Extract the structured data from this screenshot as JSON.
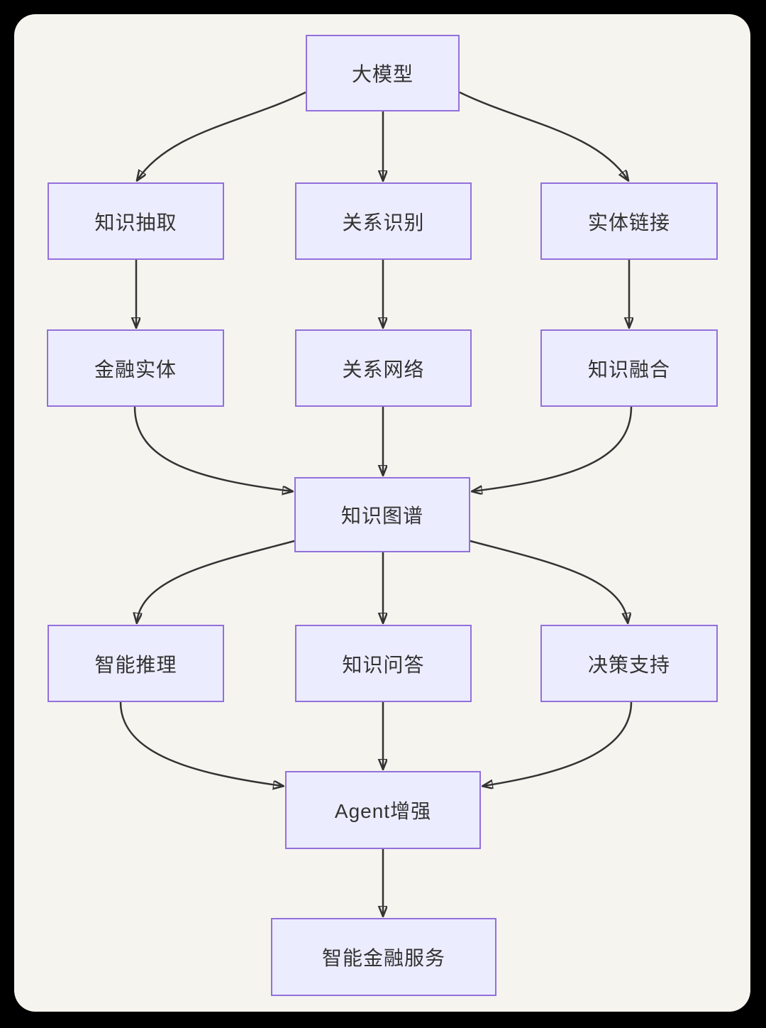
{
  "diagram": {
    "type": "flowchart",
    "direction": "top-down",
    "colors": {
      "node_fill": "#ECECFF",
      "node_border": "#9370DB",
      "node_text": "#333333",
      "edge_line": "#333333",
      "canvas_background": "#F5F4EF",
      "outer_frame": "#000000"
    },
    "nodes": [
      {
        "id": "llm",
        "label": "大模型"
      },
      {
        "id": "knowledge-extraction",
        "label": "知识抽取"
      },
      {
        "id": "relation-recognition",
        "label": "关系识别"
      },
      {
        "id": "entity-linking",
        "label": "实体链接"
      },
      {
        "id": "financial-entity",
        "label": "金融实体"
      },
      {
        "id": "relation-network",
        "label": "关系网络"
      },
      {
        "id": "knowledge-fusion",
        "label": "知识融合"
      },
      {
        "id": "knowledge-graph",
        "label": "知识图谱"
      },
      {
        "id": "intelligent-reasoning",
        "label": "智能推理"
      },
      {
        "id": "knowledge-qa",
        "label": "知识问答"
      },
      {
        "id": "decision-support",
        "label": "决策支持"
      },
      {
        "id": "agent-enhancement",
        "label": "Agent增强"
      },
      {
        "id": "intelligent-financial-services",
        "label": "智能金融服务"
      }
    ],
    "edges": [
      {
        "from": "llm",
        "to": "knowledge-extraction"
      },
      {
        "from": "llm",
        "to": "relation-recognition"
      },
      {
        "from": "llm",
        "to": "entity-linking"
      },
      {
        "from": "knowledge-extraction",
        "to": "financial-entity"
      },
      {
        "from": "relation-recognition",
        "to": "relation-network"
      },
      {
        "from": "entity-linking",
        "to": "knowledge-fusion"
      },
      {
        "from": "financial-entity",
        "to": "knowledge-graph"
      },
      {
        "from": "relation-network",
        "to": "knowledge-graph"
      },
      {
        "from": "knowledge-fusion",
        "to": "knowledge-graph"
      },
      {
        "from": "knowledge-graph",
        "to": "intelligent-reasoning"
      },
      {
        "from": "knowledge-graph",
        "to": "knowledge-qa"
      },
      {
        "from": "knowledge-graph",
        "to": "decision-support"
      },
      {
        "from": "intelligent-reasoning",
        "to": "agent-enhancement"
      },
      {
        "from": "knowledge-qa",
        "to": "agent-enhancement"
      },
      {
        "from": "decision-support",
        "to": "agent-enhancement"
      },
      {
        "from": "agent-enhancement",
        "to": "intelligent-financial-services"
      }
    ]
  }
}
